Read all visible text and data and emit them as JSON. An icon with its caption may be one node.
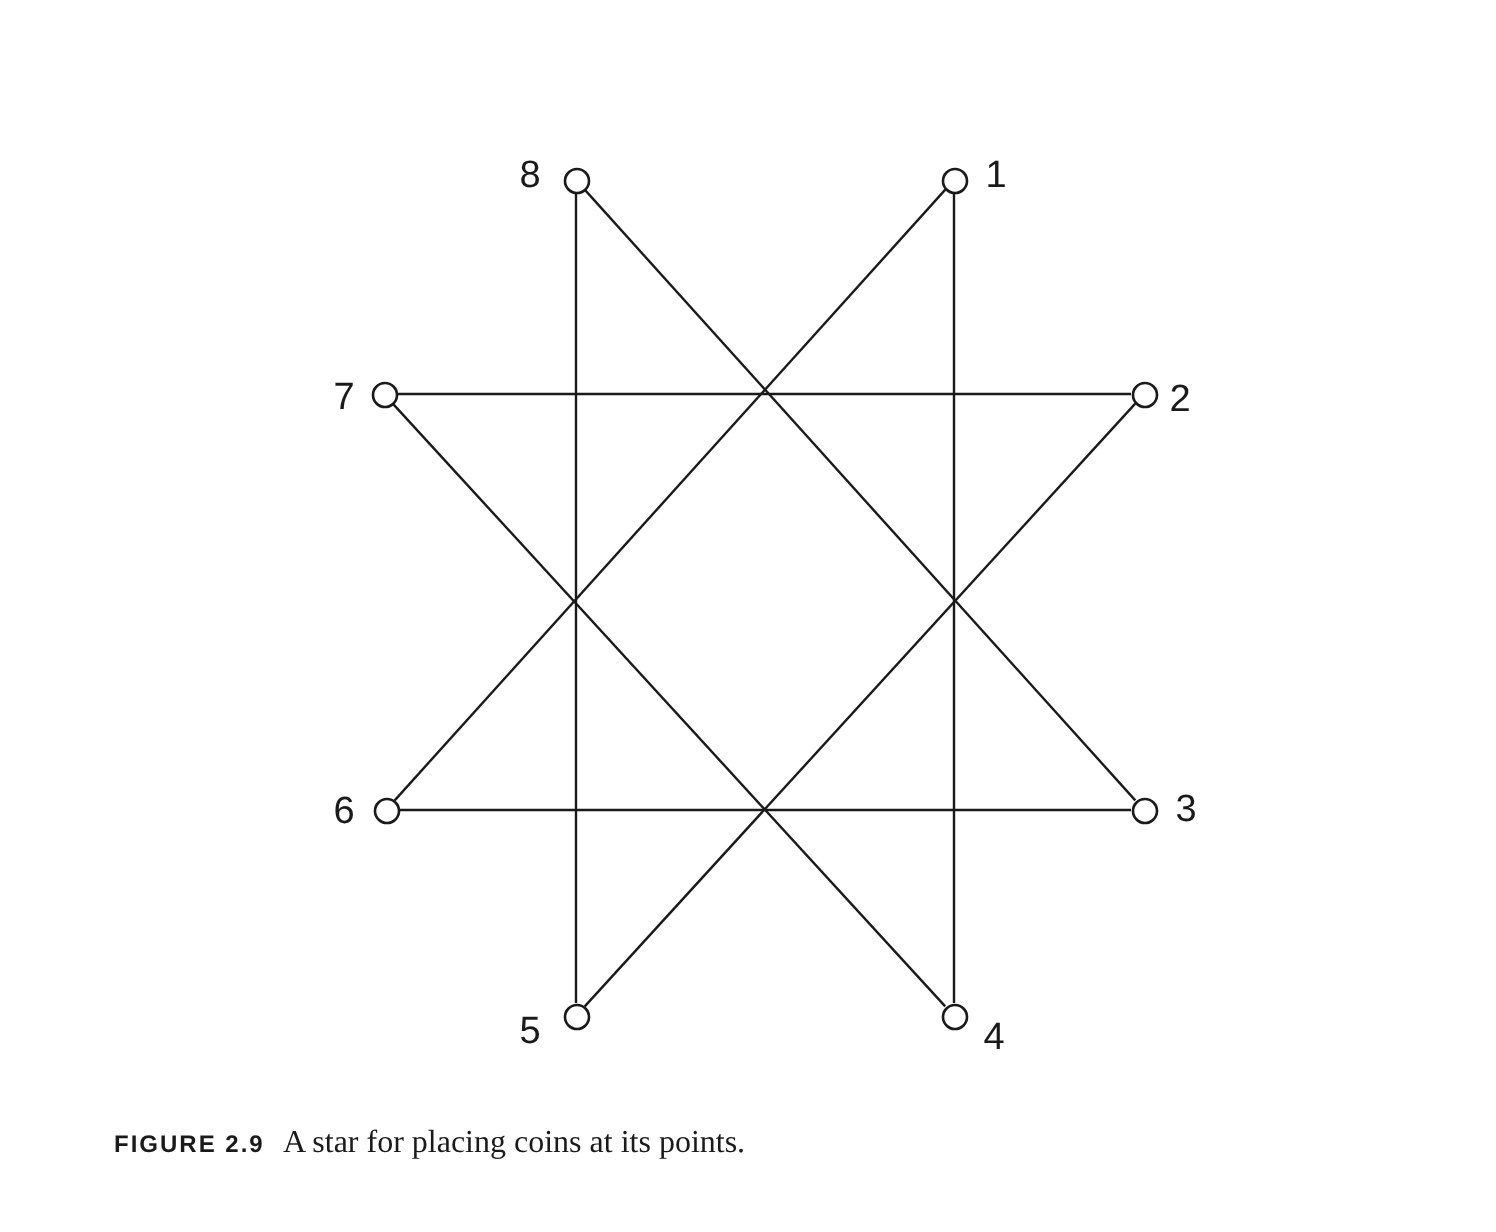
{
  "diagram": {
    "caption": "**FIGURE 2.9** A star for placing coins at its points.",
    "nodes": [
      {
        "text": [],
        "shape": "circle",
        "beside": [
          "8"
        ]
      },
      {
        "text": [],
        "shape": "circle",
        "beside": [
          "1"
        ]
      },
      {
        "text": [],
        "shape": "circle",
        "beside": [
          "7"
        ]
      },
      {
        "text": [],
        "shape": "circle",
        "beside": [
          "2"
        ]
      },
      {
        "text": [],
        "shape": "circle",
        "beside": [
          "6"
        ]
      },
      {
        "text": [],
        "shape": "circle",
        "beside": [
          "3"
        ]
      },
      {
        "text": [],
        "shape": "circle",
        "beside": [
          "5"
        ]
      },
      {
        "text": [],
        "shape": "circle",
        "beside": [
          "4"
        ]
      }
    ],
    "edges": [
      {
        "from": 0,
        "to": 6,
        "arrow": "none"
      },
      {
        "from": 0,
        "to": 5,
        "arrow": "none"
      },
      {
        "from": 1,
        "to": 7,
        "arrow": "none"
      },
      {
        "from": 1,
        "to": 4,
        "arrow": "none"
      },
      {
        "from": 2,
        "to": 3,
        "arrow": "none"
      },
      {
        "from": 2,
        "to": 7,
        "arrow": "none"
      },
      {
        "from": 4,
        "to": 5,
        "arrow": "none"
      },
      {
        "from": 3,
        "to": 6,
        "arrow": "none"
      }
    ]
  }
}
